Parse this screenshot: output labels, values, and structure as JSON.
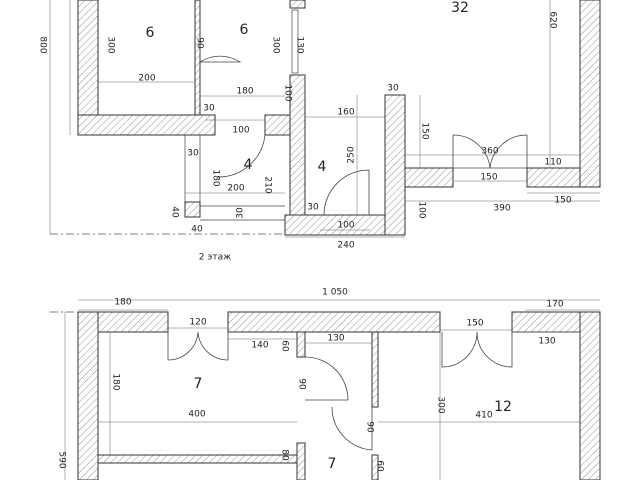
{
  "floor_label": "2 этаж",
  "top_plan": {
    "rooms": [
      "6",
      "6",
      "4",
      "32",
      "4"
    ],
    "dims": [
      "800",
      "300",
      "90",
      "300",
      "130",
      "200",
      "180",
      "100",
      "30",
      "100",
      "30",
      "180",
      "210",
      "200",
      "40",
      "30",
      "40",
      "620",
      "160",
      "30",
      "150",
      "250",
      "360",
      "110",
      "150",
      "30",
      "100",
      "100",
      "390",
      "150",
      "240"
    ]
  },
  "bottom_plan": {
    "rooms": [
      "7",
      "12",
      "7"
    ],
    "dims": [
      "1 050",
      "180",
      "170",
      "120",
      "150",
      "140",
      "60",
      "130",
      "130",
      "180",
      "90",
      "300",
      "400",
      "410",
      "90",
      "590",
      "80",
      "60"
    ]
  },
  "colors": {
    "line": "#333333",
    "hatch": "#777777"
  }
}
